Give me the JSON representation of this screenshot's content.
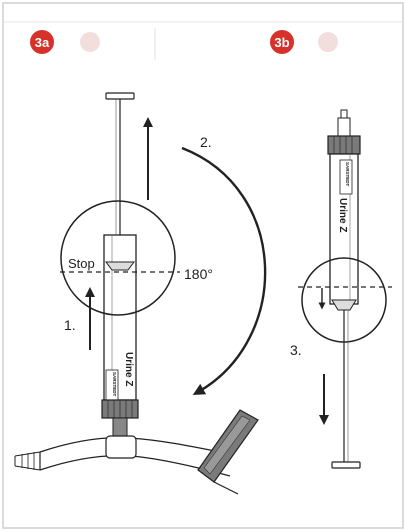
{
  "panel_a": {
    "badge": "3a",
    "stop_label": "Stop",
    "angle_label": "180°",
    "step1_label": "1.",
    "step2_label": "2.",
    "tube_label": "Urine Z",
    "brand_text": "SARSTEDT"
  },
  "panel_b": {
    "badge": "3b",
    "step3_label": "3.",
    "tube_label": "Urine Z",
    "brand_text": "SARSTEDT"
  },
  "colors": {
    "badge": "#d6322a",
    "line": "#222222",
    "frame": "#cfcfcf",
    "ghost": "#f3dede"
  }
}
